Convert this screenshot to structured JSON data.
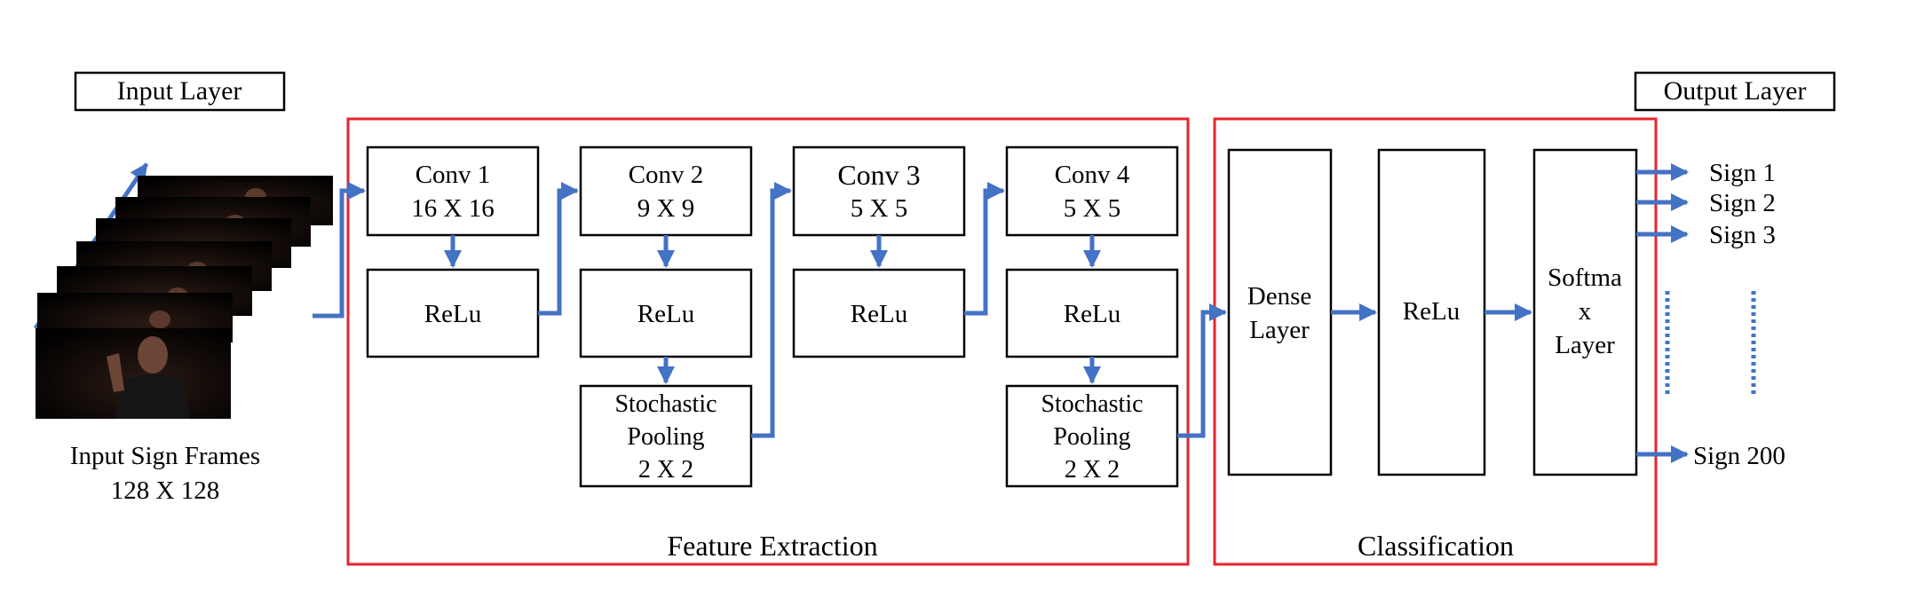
{
  "labels": {
    "input_layer": "Input Layer",
    "output_layer": "Output Layer",
    "input_frames_line1": "Input Sign Frames",
    "input_frames_line2": "128 X 128",
    "feature_extraction": "Feature Extraction",
    "classification": "Classification"
  },
  "conv_blocks": [
    {
      "line1": "Conv 1",
      "line2": "16 X 16",
      "activation": "ReLu"
    },
    {
      "line1": "Conv 2",
      "line2": "9 X 9",
      "activation": "ReLu",
      "pool1": "Stochastic",
      "pool2": "Pooling",
      "pool3": "2 X 2"
    },
    {
      "line1": "Conv 3",
      "line2": "5 X 5",
      "activation": "ReLu"
    },
    {
      "line1": "Conv 4",
      "line2": "5 X 5",
      "activation": "ReLu",
      "pool1": "Stochastic",
      "pool2": "Pooling",
      "pool3": "2 X 2"
    }
  ],
  "classifier": {
    "dense1": "Dense",
    "dense2": "Layer",
    "relu": "ReLu",
    "softmax1": "Softma",
    "softmax2": "x",
    "softmax3": "Layer"
  },
  "outputs": [
    "Sign 1",
    "Sign 2",
    "Sign 3",
    "Sign 200"
  ],
  "colors": {
    "arrow": "#4472c4",
    "group_border": "#e8232b",
    "box_border": "#000000",
    "frame": "#000000"
  }
}
